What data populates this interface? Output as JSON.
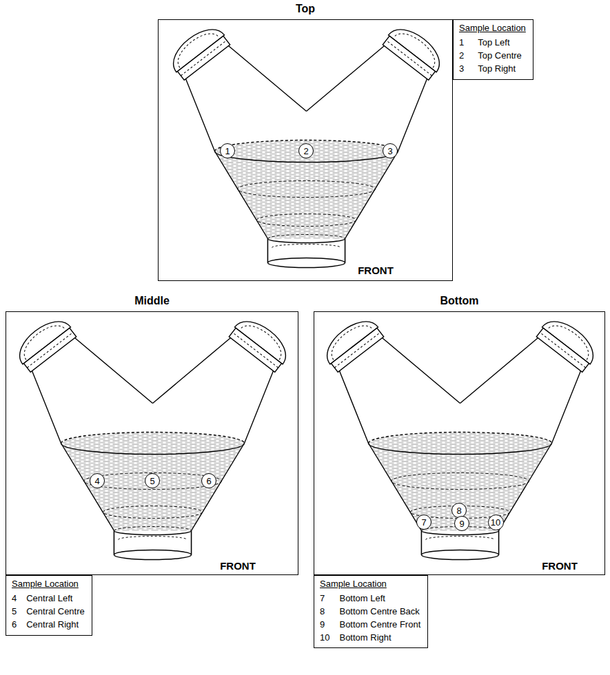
{
  "diagram": {
    "nodes": [
      {
        "text": [
          "Top"
        ]
      },
      {
        "text": [
          "1"
        ],
        "in": 0
      },
      {
        "text": [
          "2"
        ],
        "in": 0
      },
      {
        "text": [
          "3"
        ],
        "in": 0
      },
      {
        "text": [
          "Sample Location",
          "1",
          "Top Left",
          "2",
          "Top Centre",
          "3",
          "Top Right"
        ]
      },
      {
        "text": [
          "Middle"
        ]
      },
      {
        "text": [
          "4"
        ],
        "in": 5
      },
      {
        "text": [
          "5"
        ],
        "in": 5
      },
      {
        "text": [
          "6"
        ],
        "in": 5
      },
      {
        "text": [
          "Bottom"
        ]
      },
      {
        "text": [
          "7"
        ],
        "in": 9
      },
      {
        "text": [
          "8"
        ],
        "in": 9
      },
      {
        "text": [
          "9"
        ],
        "in": 9
      },
      {
        "text": [
          "10"
        ],
        "in": 9
      },
      {
        "text": [
          "Sample Location",
          "4",
          "Central Left",
          "5",
          "Central Centre",
          "6",
          "Central Right"
        ]
      },
      {
        "text": [
          "Sample Location",
          "7",
          "Bottom Left",
          "8",
          "Bottom Centre Back",
          "9",
          "Bottom Centre Front",
          "10",
          "Bottom Right"
        ]
      }
    ],
    "labels": [
      "FRONT",
      "FRONT",
      "FRONT"
    ]
  }
}
